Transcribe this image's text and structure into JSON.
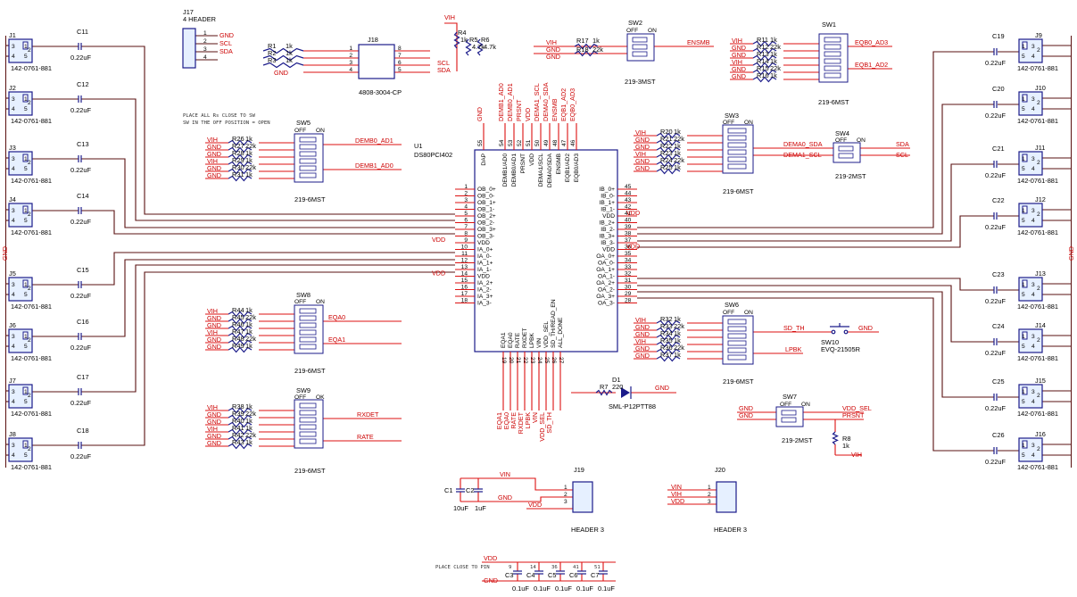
{
  "notes": {
    "rs_close": "PLACE ALL Rs CLOSE TO SW",
    "sw_off": "SW IN THE OFF POSITION = OPEN",
    "place_close": "PLACE CLOSE TO PIN"
  },
  "ic": {
    "ref": "U1",
    "part": "DS80PCI402",
    "dap": "DAP",
    "left_pins": [
      {
        "n": "1",
        "name": "OB_0+"
      },
      {
        "n": "2",
        "name": "OB_0-"
      },
      {
        "n": "3",
        "name": "OB_1+"
      },
      {
        "n": "4",
        "name": "OB_1-"
      },
      {
        "n": "5",
        "name": "OB_2+"
      },
      {
        "n": "6",
        "name": "OB_2-"
      },
      {
        "n": "7",
        "name": "OB_3+"
      },
      {
        "n": "8",
        "name": "OB_3-"
      },
      {
        "n": "9",
        "name": "VDD"
      },
      {
        "n": "10",
        "name": "IA_0+"
      },
      {
        "n": "11",
        "name": "IA_0-"
      },
      {
        "n": "12",
        "name": "IA_1+"
      },
      {
        "n": "13",
        "name": "IA_1-"
      },
      {
        "n": "14",
        "name": "VDD"
      },
      {
        "n": "15",
        "name": "IA_2+"
      },
      {
        "n": "16",
        "name": "IA_2-"
      },
      {
        "n": "17",
        "name": "IA_3+"
      },
      {
        "n": "18",
        "name": "IA_3-"
      }
    ],
    "right_pins": [
      {
        "n": "45",
        "name": "IB_0+"
      },
      {
        "n": "44",
        "name": "IB_0-"
      },
      {
        "n": "43",
        "name": "IB_1+"
      },
      {
        "n": "42",
        "name": "IB_1-"
      },
      {
        "n": "41",
        "name": "VDD"
      },
      {
        "n": "40",
        "name": "IB_2+"
      },
      {
        "n": "39",
        "name": "IB_2-"
      },
      {
        "n": "38",
        "name": "IB_3+"
      },
      {
        "n": "37",
        "name": "IB_3-"
      },
      {
        "n": "36",
        "name": "VDD"
      },
      {
        "n": "35",
        "name": "OA_0+"
      },
      {
        "n": "34",
        "name": "OA_0-"
      },
      {
        "n": "33",
        "name": "OA_1+"
      },
      {
        "n": "32",
        "name": "OA_1-"
      },
      {
        "n": "31",
        "name": "OA_2+"
      },
      {
        "n": "30",
        "name": "OA_2-"
      },
      {
        "n": "29",
        "name": "OA_3+"
      },
      {
        "n": "28",
        "name": "OA_3-"
      }
    ],
    "top_pins": [
      {
        "n": "55",
        "name": "DAP"
      },
      {
        "n": "54",
        "name": "DEMB1/AD0"
      },
      {
        "n": "53",
        "name": "DEMB0/AD1"
      },
      {
        "n": "52",
        "name": "PRSNT"
      },
      {
        "n": "51",
        "name": "VDD"
      },
      {
        "n": "50",
        "name": "DEMA1/SCL"
      },
      {
        "n": "49",
        "name": "DEMA0/SDA"
      },
      {
        "n": "48",
        "name": "ENSMB"
      },
      {
        "n": "47",
        "name": "EQB1/AD2"
      },
      {
        "n": "46",
        "name": "EQB0/AD3"
      }
    ],
    "bottom_pins": [
      {
        "n": "19",
        "name": "EQA1"
      },
      {
        "n": "20",
        "name": "EQA0"
      },
      {
        "n": "21",
        "name": "RATE"
      },
      {
        "n": "22",
        "name": "RXDET"
      },
      {
        "n": "23",
        "name": "LPBK"
      },
      {
        "n": "24",
        "name": "VIN"
      },
      {
        "n": "25",
        "name": "VDD_SEL"
      },
      {
        "n": "26",
        "name": "SD_TH/READ_EN"
      },
      {
        "n": "27",
        "name": "ALL_DONE"
      }
    ],
    "top_nets": [
      "GND",
      "DEMB1_AD0",
      "DEMB0_AD1",
      "PRSNT",
      "VDD",
      "DEMA1_SCL",
      "DEMA0_SDA",
      "ENSMB",
      "EQB1_AD2",
      "EQB0_AD3"
    ],
    "bottom_nets": [
      "EQA1",
      "EQA0",
      "RATE",
      "RXDET",
      "LPBK",
      "VIN",
      "VDD_SEL",
      "SD_TH"
    ],
    "vdd_labels": [
      "VDD",
      "VDD",
      "VDD",
      "VDD"
    ]
  },
  "left_conn": {
    "refs": [
      "J1",
      "J2",
      "J3",
      "J4",
      "J5",
      "J6",
      "J7",
      "J8"
    ],
    "part": "142-0761-881",
    "pins": [
      "3",
      "4",
      "1",
      "2",
      "5"
    ],
    "caps": [
      "C11",
      "C12",
      "C13",
      "C14",
      "C15",
      "C16",
      "C17",
      "C18"
    ],
    "cap_val": "0.22uF",
    "gnd": "GND"
  },
  "right_conn": {
    "refs": [
      "J9",
      "J10",
      "J11",
      "J12",
      "J13",
      "J14",
      "J15",
      "J16"
    ],
    "part": "142-0761-881",
    "pins": [
      "1",
      "3",
      "5",
      "4",
      "2"
    ],
    "caps": [
      "C19",
      "C20",
      "C21",
      "C22",
      "C23",
      "C24",
      "C25",
      "C26"
    ],
    "cap_val": "0.22uF",
    "gnd": "GND"
  },
  "j17": {
    "ref": "J17",
    "name": "4 HEADER",
    "pins": [
      "1",
      "2",
      "3",
      "4"
    ],
    "nets": [
      "GND",
      "SCL",
      "SDA",
      ""
    ]
  },
  "j18": {
    "ref": "J18",
    "part": "4808-3004-CP",
    "left_pins": [
      "1",
      "2",
      "3",
      "4"
    ],
    "right_pins": [
      "8",
      "7",
      "6",
      "5"
    ],
    "resistors": [
      {
        "ref": "R1",
        "val": "1k"
      },
      {
        "ref": "R2",
        "val": "1k"
      },
      {
        "ref": "R3",
        "val": "1k"
      }
    ],
    "gnd": "GND",
    "pullups": [
      {
        "ref": "R4",
        "val": "1k"
      },
      {
        "ref": "R5",
        "val": "4.7k"
      },
      {
        "ref": "R6",
        "val": "4.7k"
      }
    ],
    "vih": "VIH",
    "scl": "SCL",
    "sda": "SDA"
  },
  "sw2": {
    "ref": "SW2",
    "part": "219-3MST",
    "off": "OFF",
    "on": "ON",
    "net": "ENSMB",
    "vih": "VIH",
    "gnd": "GND",
    "res": [
      {
        "ref": "R17",
        "val": "1k"
      },
      {
        "ref": "R18",
        "val": "22k"
      }
    ]
  },
  "sw1": {
    "ref": "SW1",
    "part": "219-6MST",
    "nets": [
      "EQB0_AD3",
      "EQB1_AD2"
    ],
    "vih": "VIH",
    "gnd": "GND",
    "res": [
      {
        "ref": "R11",
        "val": "1k"
      },
      {
        "ref": "R12",
        "val": "22k"
      },
      {
        "ref": "R13",
        "val": "1k"
      },
      {
        "ref": "R14",
        "val": "1k"
      },
      {
        "ref": "R15",
        "val": "22k"
      },
      {
        "ref": "R16",
        "val": "1k"
      }
    ]
  },
  "sw5": {
    "ref": "SW5",
    "part": "219-6MST",
    "off": "OFF",
    "on": "ON",
    "nets": [
      "DEMB0_AD1",
      "DEMB1_AD0"
    ],
    "vih": "VIH",
    "gnd": "GND",
    "res": [
      {
        "ref": "R26",
        "val": "1k"
      },
      {
        "ref": "R27",
        "val": "22k"
      },
      {
        "ref": "R28",
        "val": "1k"
      },
      {
        "ref": "R29",
        "val": "1k"
      },
      {
        "ref": "R30",
        "val": "22k"
      },
      {
        "ref": "R31",
        "val": "1k"
      }
    ]
  },
  "sw3": {
    "ref": "SW3",
    "part": "219-6MST",
    "off": "OFF",
    "on": "ON",
    "nets": [
      "DEMA0_SDA",
      "DEMA1_SCL"
    ],
    "vih": "VIH",
    "gnd": "GND",
    "res": [
      {
        "ref": "R20",
        "val": "1k"
      },
      {
        "ref": "R21",
        "val": "22k"
      },
      {
        "ref": "R22",
        "val": "1k"
      },
      {
        "ref": "R23",
        "val": "1k"
      },
      {
        "ref": "R24",
        "val": "22k"
      },
      {
        "ref": "R25",
        "val": "1k"
      }
    ]
  },
  "sw4": {
    "ref": "SW4",
    "part": "219-2MST",
    "off": "OFF",
    "on": "ON",
    "nets": [
      "SDA",
      "SCL"
    ]
  },
  "sw8": {
    "ref": "SW8",
    "part": "219-6MST",
    "off": "OFF",
    "on": "ON",
    "nets": [
      "EQA0",
      "EQA1"
    ],
    "vih": "VIH",
    "gnd": "GND",
    "res": [
      {
        "ref": "R44",
        "val": "1k"
      },
      {
        "ref": "R45",
        "val": "22k"
      },
      {
        "ref": "R46",
        "val": "1k"
      },
      {
        "ref": "R47",
        "val": "1k"
      },
      {
        "ref": "R48",
        "val": "22k"
      },
      {
        "ref": "R49",
        "val": "1k"
      }
    ]
  },
  "sw9": {
    "ref": "SW9",
    "part": "219-6MST",
    "off": "OFF",
    "on": "OK",
    "nets": [
      "RXDET",
      "RATE"
    ],
    "vih": "VIH",
    "gnd": "GND",
    "res": [
      {
        "ref": "R38",
        "val": "1k"
      },
      {
        "ref": "R39",
        "val": "22k"
      },
      {
        "ref": "R40",
        "val": "1k"
      },
      {
        "ref": "R41",
        "val": "1k"
      },
      {
        "ref": "R42",
        "val": "22k"
      },
      {
        "ref": "R43",
        "val": "1k"
      }
    ]
  },
  "sw6": {
    "ref": "SW6",
    "part": "219-6MST",
    "off": "OFF",
    "on": "ON",
    "nets": [
      "SD_TH",
      "LPBK"
    ],
    "vih": "VIH",
    "gnd": "GND",
    "res": [
      {
        "ref": "R32",
        "val": "1k"
      },
      {
        "ref": "R33",
        "val": "22k"
      },
      {
        "ref": "R34",
        "val": "1k"
      },
      {
        "ref": "R35",
        "val": "1k"
      },
      {
        "ref": "R36",
        "val": "22k"
      },
      {
        "ref": "R37",
        "val": "1k"
      }
    ]
  },
  "sw10": {
    "ref": "SW10",
    "part": "EVQ-21505R",
    "gnd": "GND"
  },
  "sw7": {
    "ref": "SW7",
    "part": "219-2MST",
    "off": "OFF",
    "on": "ON",
    "gnd1": "GND",
    "gnd2": "GND",
    "net1": "VDD_SEL",
    "net2": "PRSNT",
    "r8": {
      "ref": "R8",
      "val": "1k"
    },
    "vih": "VIH"
  },
  "d1": {
    "ref": "D1",
    "part": "SML-P12PTT88",
    "gnd": "GND",
    "r7": {
      "ref": "R7",
      "val": "220"
    }
  },
  "j19": {
    "ref": "J19",
    "name": "HEADER 3",
    "pins": [
      "1",
      "2",
      "3"
    ],
    "nets": [
      "VIN",
      "GND",
      "VDD"
    ],
    "c1": {
      "ref": "C1",
      "val": "10uF"
    },
    "c2": {
      "ref": "C2",
      "val": "1uF"
    }
  },
  "j20": {
    "ref": "J20",
    "name": "HEADER 3",
    "pins": [
      "1",
      "2",
      "3"
    ],
    "nets": [
      "VIN",
      "VIH",
      "VDD"
    ]
  },
  "decoup": {
    "vdd": "VDD",
    "gnd": "GND",
    "pins": [
      "9",
      "14",
      "36",
      "41",
      "51"
    ],
    "caps": [
      {
        "ref": "C3",
        "val": "0.1uF"
      },
      {
        "ref": "C4",
        "val": "0.1uF"
      },
      {
        "ref": "C5",
        "val": "0.1uF"
      },
      {
        "ref": "C6",
        "val": "0.1uF"
      },
      {
        "ref": "C7",
        "val": "0.1uF"
      }
    ]
  }
}
